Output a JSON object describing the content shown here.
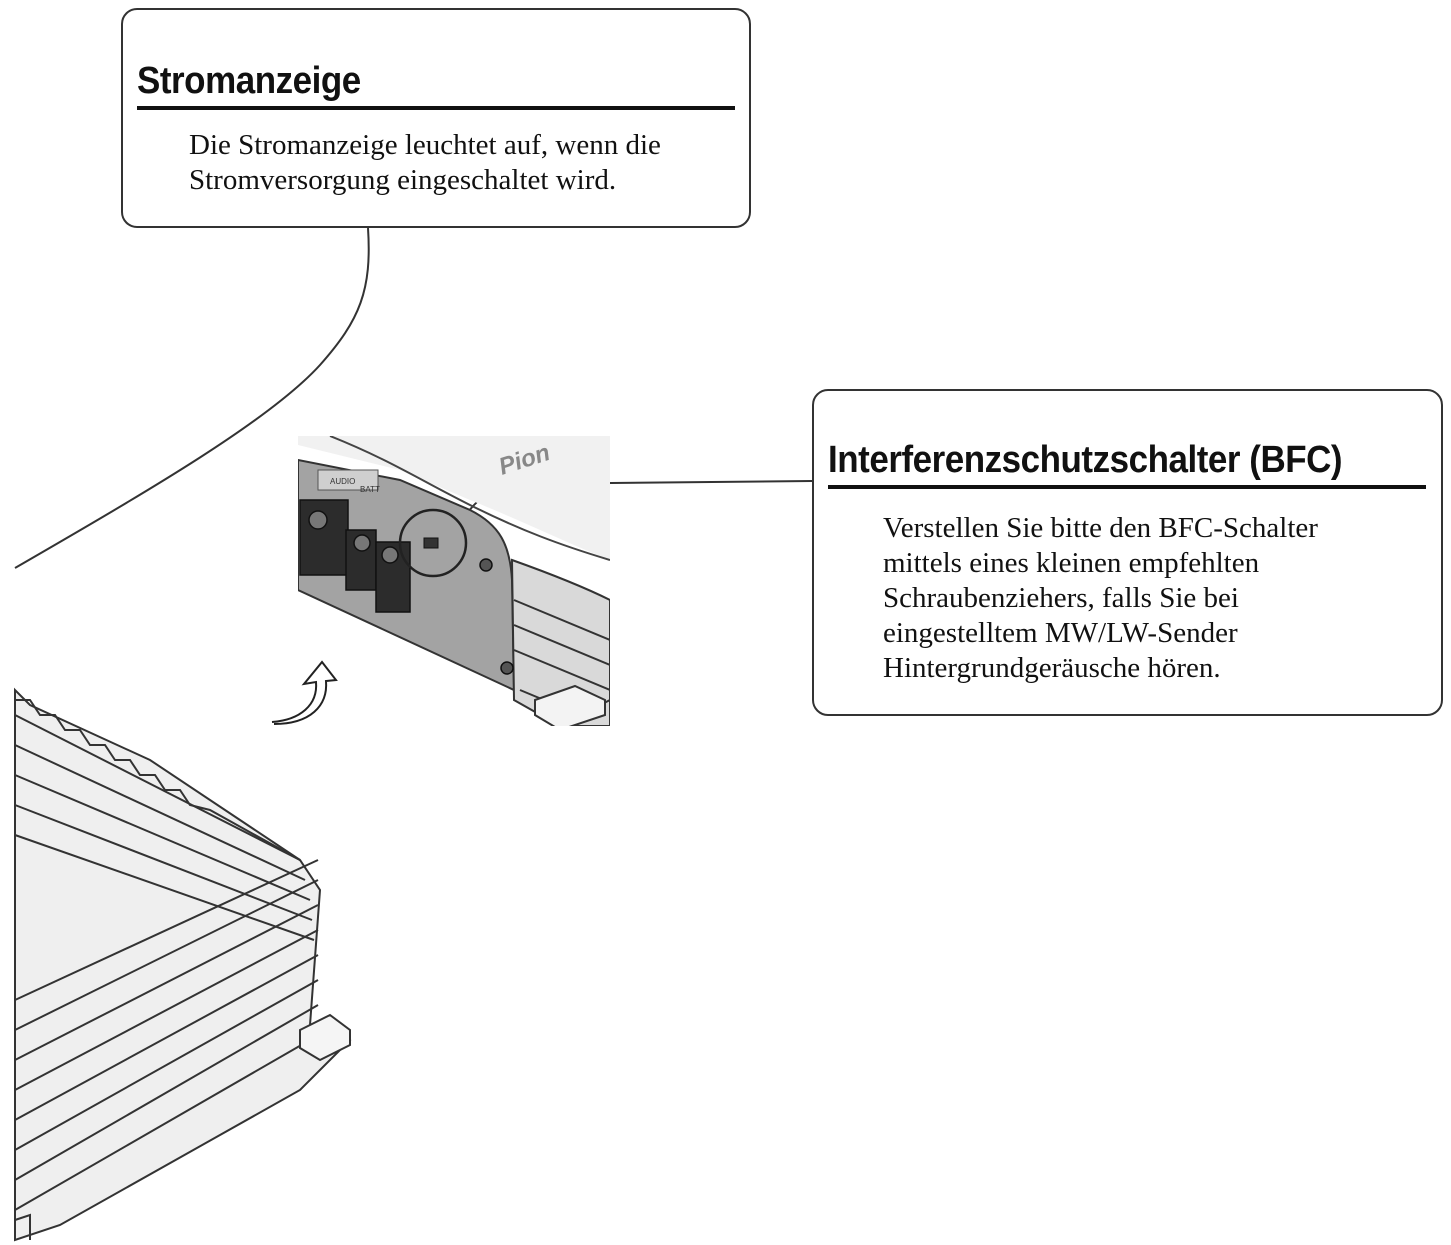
{
  "callouts": {
    "power_indicator": {
      "title": "Stromanzeige",
      "body_lines": [
        "Die Stromanzeige leuchtet auf, wenn die",
        "Stromversorgung eingeschaltet wird."
      ]
    },
    "bfc_switch": {
      "title": "Interferenzschutzschalter (BFC)",
      "body_lines": [
        "Verstellen Sie bitte den BFC-Schalter",
        "mittels eines kleinen empfehlten",
        "Schraubenziehers, falls Sie bei",
        "eingestelltem MW/LW-Sender",
        "Hintergrundgeräusche hören."
      ]
    }
  },
  "illustration": {
    "brand_fragment": "Pion",
    "panel_labels": [
      "AUDIO",
      "BATT"
    ]
  },
  "colors": {
    "line": "#333333",
    "panel_gray": "#9a9a9a",
    "body_light": "#eeeeee"
  }
}
